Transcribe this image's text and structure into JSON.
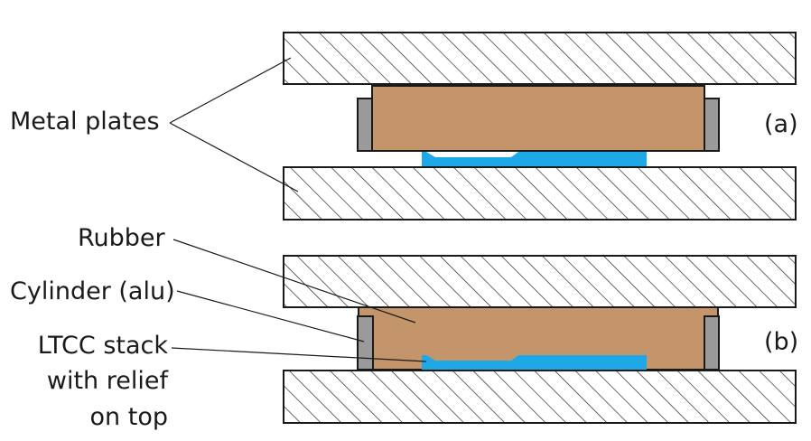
{
  "labels": {
    "metal_plates": "Metal plates",
    "rubber": "Rubber",
    "cylinder": "Cylinder (alu)",
    "ltcc_line1": "LTCC stack",
    "ltcc_line2": "with relief",
    "ltcc_line3": "on top",
    "panel_a": "(a)",
    "panel_b": "(b)"
  },
  "colors": {
    "rubber": "#c4956a",
    "cylinder": "#9a9a9a",
    "ltcc": "#1ea9e6",
    "outline": "#1a1a1a"
  }
}
